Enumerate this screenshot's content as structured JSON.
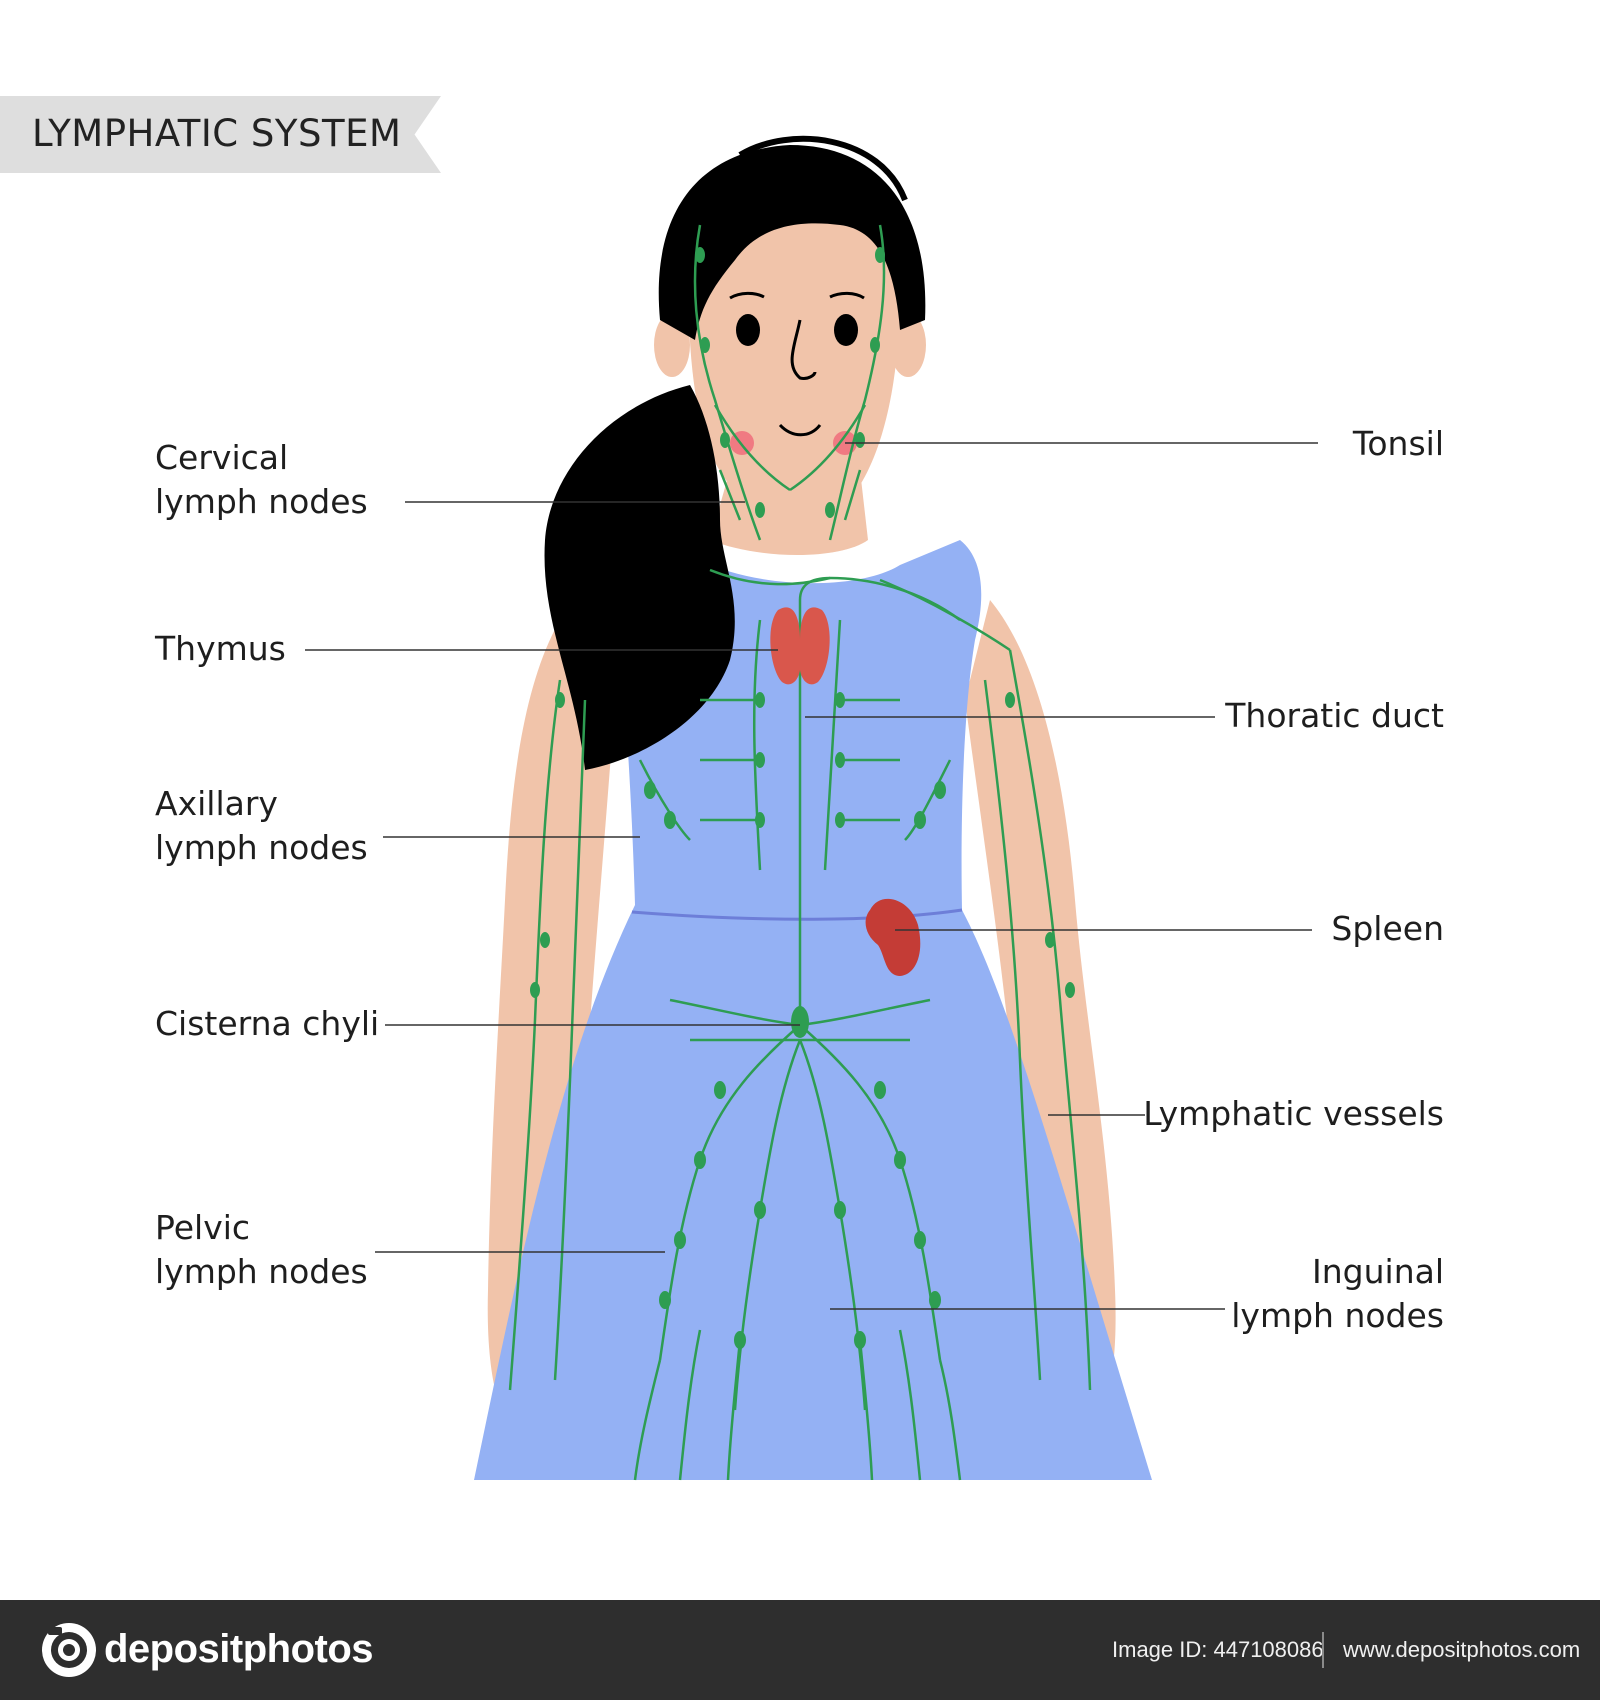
{
  "title": "LYMPHATIC SYSTEM",
  "labels": {
    "cervical": [
      "Cervical",
      "lymph nodes"
    ],
    "thymus": "Thymus",
    "axillary": [
      "Axillary",
      "lymph nodes"
    ],
    "cisterna": "Cisterna chyli",
    "pelvic": [
      "Pelvic",
      "lymph nodes"
    ],
    "tonsil": "Tonsil",
    "thoratic": "Thoratic duct",
    "spleen": "Spleen",
    "vessels": "Lymphatic vessels",
    "inguinal": [
      "Inguinal",
      "lymph nodes"
    ]
  },
  "footer": {
    "logo": "depositphotos",
    "image_id": "Image ID: 447108086",
    "site": "www.depositphotos.com"
  },
  "colors": {
    "skin": "#f1c4aa",
    "dress": "#94b1f4",
    "hair": "#000000",
    "lymph": "#2e9d52",
    "organ": "#d9574c",
    "spleen": "#c43c36",
    "tonsil": "#f07a82",
    "banner": "#dedede",
    "footer": "#2e2e2e"
  },
  "icons": [
    "camera-logo-icon"
  ]
}
